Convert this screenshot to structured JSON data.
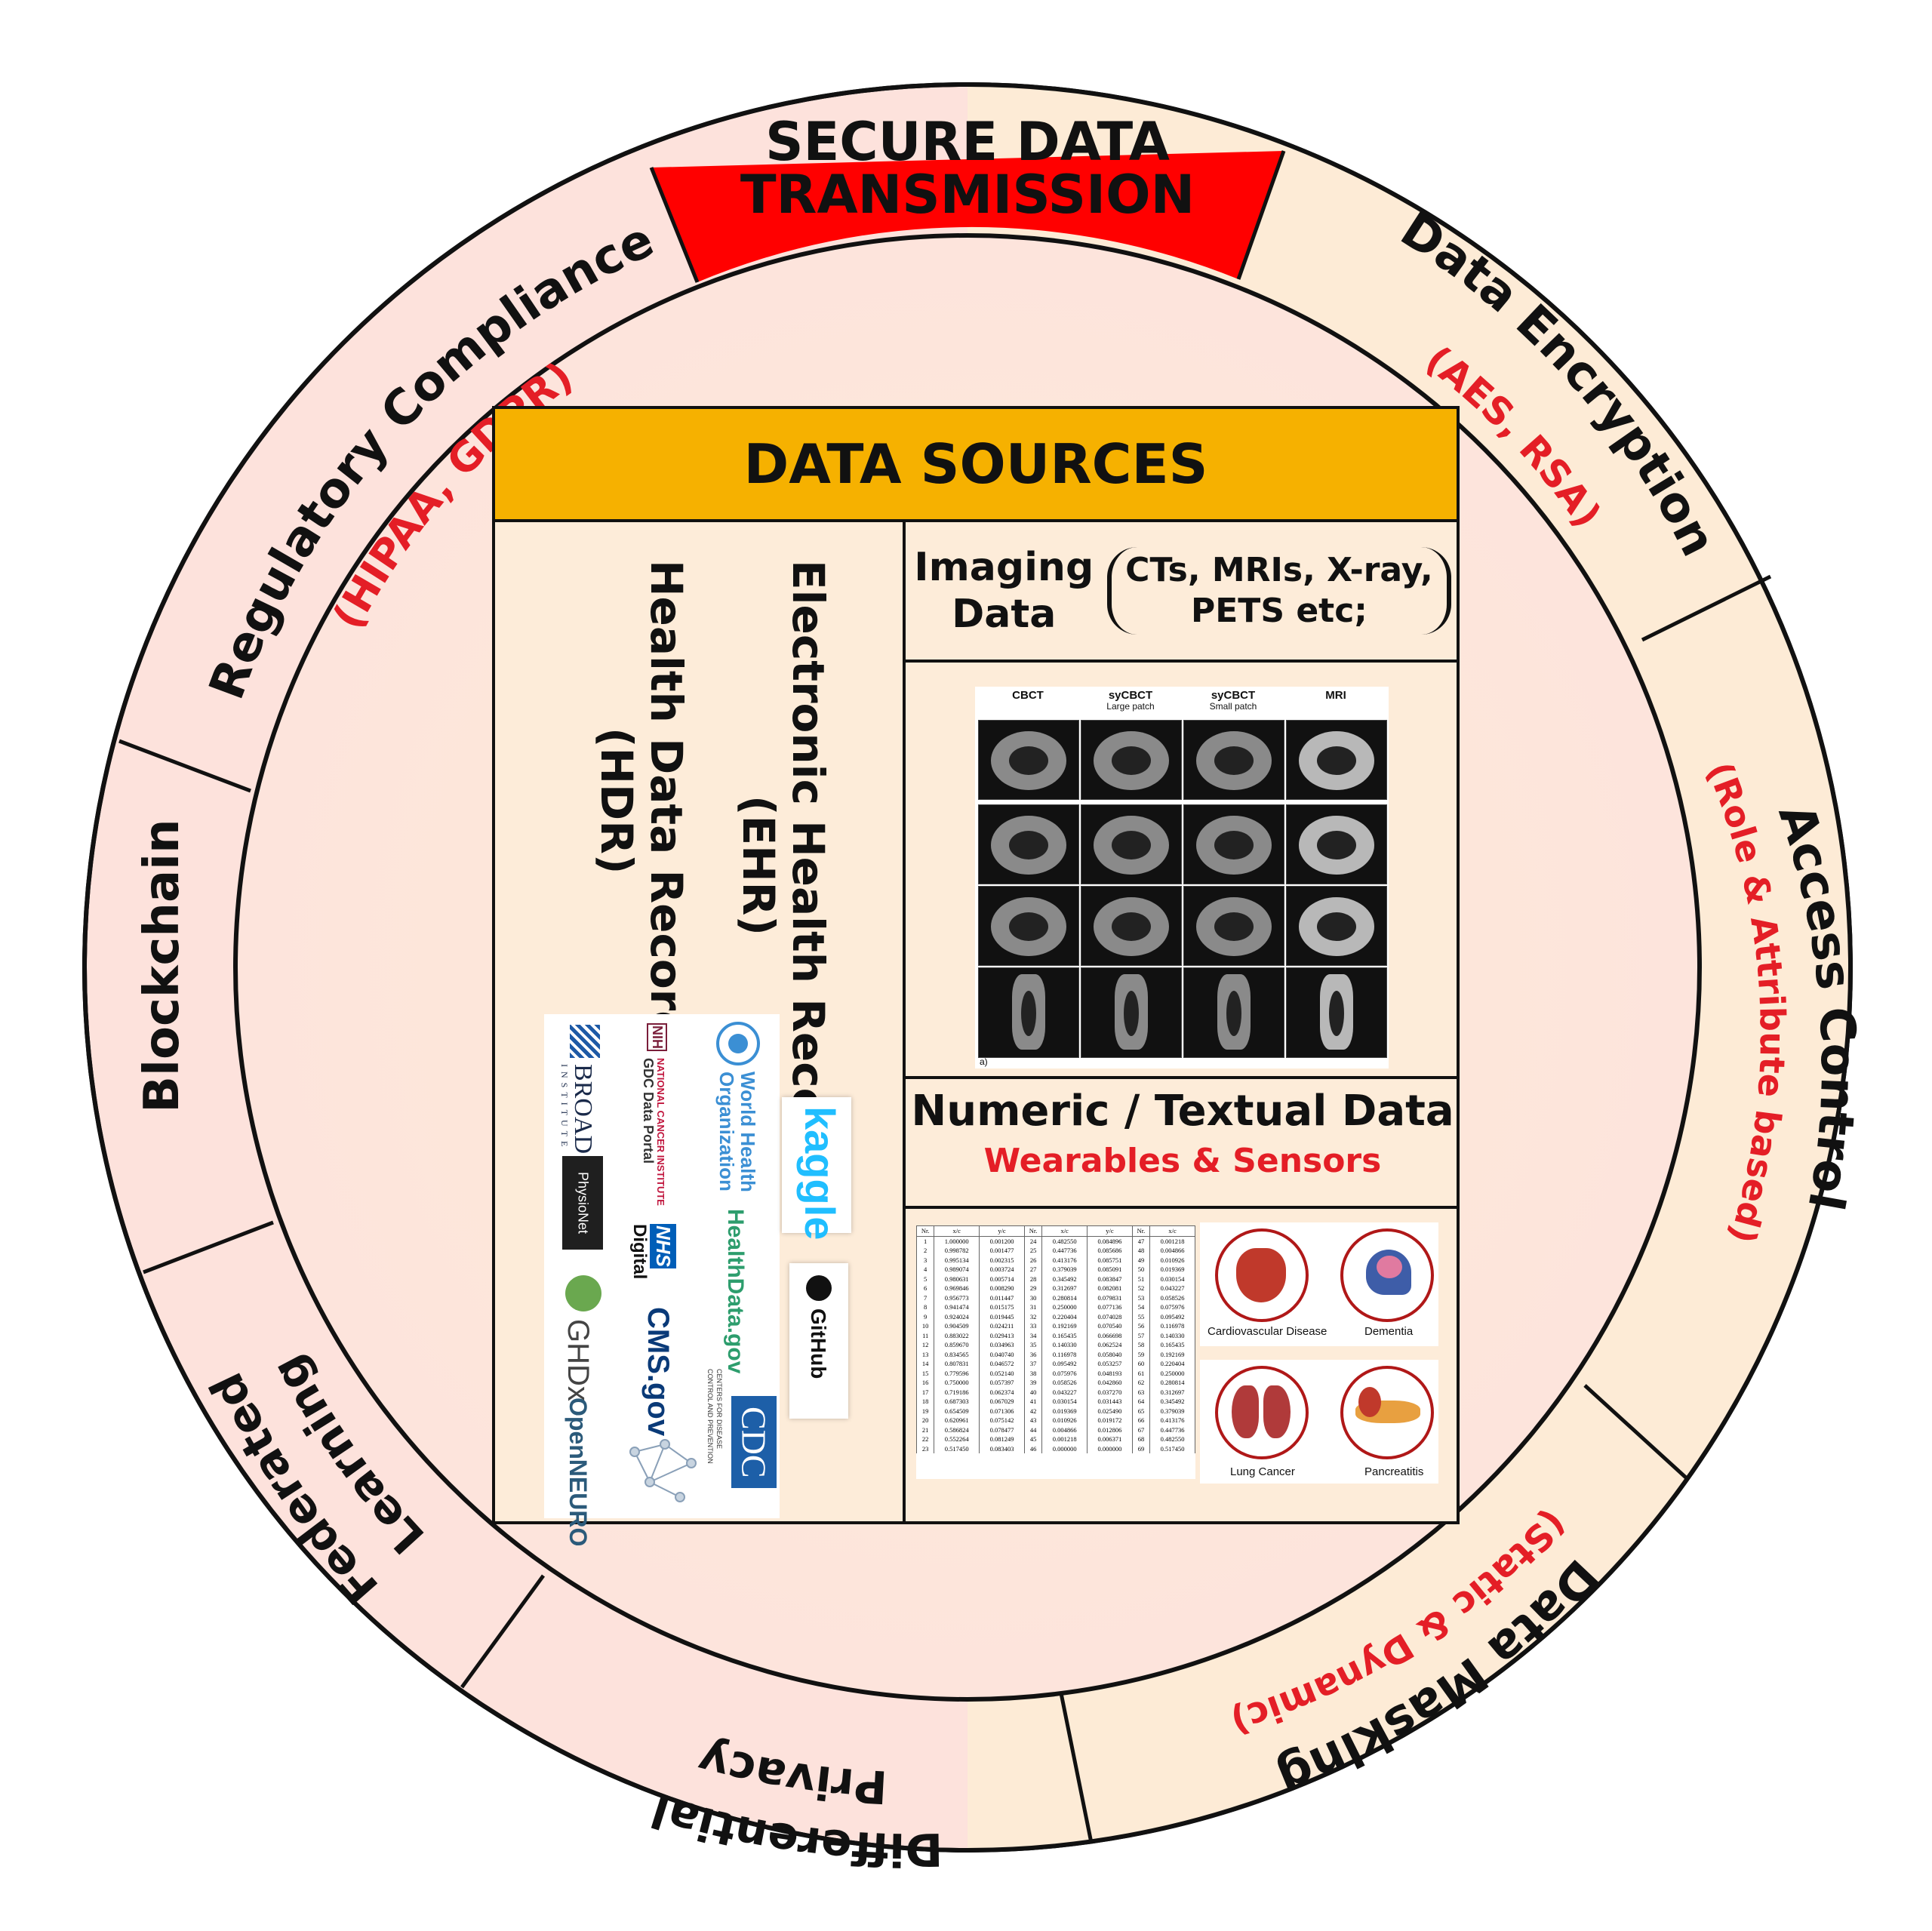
{
  "segments": {
    "secure_transmission": [
      "SECURE DATA",
      "TRANSMISSION"
    ],
    "data_encryption": {
      "title": "Data Encryption",
      "sub": "(AES, RSA)"
    },
    "access_control": {
      "title": "Access Control",
      "sub": "(Role & Attribute based)"
    },
    "data_masking": {
      "title": "Data Masking",
      "sub": "(Static & Dynamic)"
    },
    "differential_privacy": [
      "Differential",
      "Privacy"
    ],
    "federated_learning": [
      "Federated",
      "Learning"
    ],
    "blockchain": "Blockchain",
    "regulatory": {
      "title": "Regulatory Compliance",
      "sub": "(HIPAA, GDPR)"
    }
  },
  "data_sources": {
    "title": "DATA SOURCES",
    "ehr": [
      "Electronic Health Record",
      "(EHR)"
    ],
    "hdr": [
      "Health Data Record",
      "(HDR)"
    ],
    "imaging": {
      "title": [
        "Imaging",
        "Data"
      ],
      "list": [
        "CTs, MRIs, X-ray,",
        "PETS etc;"
      ]
    },
    "scan_headers": [
      [
        "CBCT",
        ""
      ],
      [
        "syCBCT",
        "Large patch"
      ],
      [
        "syCBCT",
        "Small patch"
      ],
      [
        "MRI",
        ""
      ]
    ],
    "scan_caption": "a)",
    "numeric": {
      "title": "Numeric / Textual Data",
      "sub": "Wearables & Sensors"
    },
    "table_headers": [
      "Nr.",
      "x/c",
      "y/c",
      "Nr.",
      "x/c",
      "y/c",
      "Nr.",
      "x/c"
    ],
    "table_rows": [
      [
        "1",
        "1.000000",
        "0.001200",
        "24",
        "0.482550",
        "0.084896",
        "47",
        "0.001218"
      ],
      [
        "2",
        "0.998782",
        "0.001477",
        "25",
        "0.447736",
        "0.085686",
        "48",
        "0.004866"
      ],
      [
        "3",
        "0.995134",
        "0.002315",
        "26",
        "0.413176",
        "0.085751",
        "49",
        "0.010926"
      ],
      [
        "4",
        "0.989074",
        "0.003724",
        "27",
        "0.379039",
        "0.085091",
        "50",
        "0.019369"
      ],
      [
        "5",
        "0.980631",
        "0.005714",
        "28",
        "0.345492",
        "0.083847",
        "51",
        "0.030154"
      ],
      [
        "6",
        "0.969846",
        "0.008290",
        "29",
        "0.312697",
        "0.082081",
        "52",
        "0.043227"
      ],
      [
        "7",
        "0.956773",
        "0.011447",
        "30",
        "0.280814",
        "0.079831",
        "53",
        "0.058526"
      ],
      [
        "8",
        "0.941474",
        "0.015175",
        "31",
        "0.250000",
        "0.077136",
        "54",
        "0.075976"
      ],
      [
        "9",
        "0.924024",
        "0.019445",
        "32",
        "0.220404",
        "0.074028",
        "55",
        "0.095492"
      ],
      [
        "10",
        "0.904509",
        "0.024211",
        "33",
        "0.192169",
        "0.070540",
        "56",
        "0.116978"
      ],
      [
        "11",
        "0.883022",
        "0.029413",
        "34",
        "0.165435",
        "0.066698",
        "57",
        "0.140330"
      ],
      [
        "12",
        "0.859670",
        "0.034963",
        "35",
        "0.140330",
        "0.062524",
        "58",
        "0.165435"
      ],
      [
        "13",
        "0.834565",
        "0.040740",
        "36",
        "0.116978",
        "0.058040",
        "59",
        "0.192169"
      ],
      [
        "14",
        "0.807831",
        "0.046572",
        "37",
        "0.095492",
        "0.053257",
        "60",
        "0.220404"
      ],
      [
        "15",
        "0.779596",
        "0.052140",
        "38",
        "0.075976",
        "0.048193",
        "61",
        "0.250000"
      ],
      [
        "16",
        "0.750000",
        "0.057397",
        "39",
        "0.058526",
        "0.042860",
        "62",
        "0.280814"
      ],
      [
        "17",
        "0.719186",
        "0.062374",
        "40",
        "0.043227",
        "0.037270",
        "63",
        "0.312697"
      ],
      [
        "18",
        "0.687303",
        "0.067029",
        "41",
        "0.030154",
        "0.031443",
        "64",
        "0.345492"
      ],
      [
        "19",
        "0.654509",
        "0.071306",
        "42",
        "0.019369",
        "0.025490",
        "65",
        "0.379039"
      ],
      [
        "20",
        "0.620961",
        "0.075142",
        "43",
        "0.010926",
        "0.019172",
        "66",
        "0.413176"
      ],
      [
        "21",
        "0.586824",
        "0.078477",
        "44",
        "0.004866",
        "0.012806",
        "67",
        "0.447736"
      ],
      [
        "22",
        "0.552264",
        "0.081249",
        "45",
        "0.001218",
        "0.006371",
        "68",
        "0.482550"
      ],
      [
        "23",
        "0.517450",
        "0.083403",
        "46",
        "0.000000",
        "0.000000",
        "69",
        "0.517450"
      ]
    ],
    "diseases": [
      "Cardiovascular Disease",
      "Dementia",
      "Lung Cancer",
      "Pancreatitis"
    ],
    "logos": {
      "who": [
        "World Health",
        "Organization"
      ],
      "nci": [
        "NATIONAL CANCER INSTITUTE",
        "GDC Data Portal"
      ],
      "nih": "NIH",
      "broad": [
        "BROAD",
        "INSTITUTE"
      ],
      "kaggle": "kaggle",
      "healthdata": "HealthData.gov",
      "nhs": "NHS",
      "nhs_digital": "Digital",
      "physionet": "PhysioNet",
      "github": "GitHub",
      "cms": "CMS.gov",
      "ghdx": "GHDx",
      "cdc": "CDC",
      "cdc_sub": [
        "CENTERS FOR DISEASE",
        "CONTROL AND PREVENTION"
      ],
      "openneuro": "OpenNEURO"
    }
  },
  "colors": {
    "secure": "#ff0000",
    "ring_warm": "#fdebd6",
    "ring_pink": "#fde1dc",
    "header": "#f6b100",
    "accent_red": "#e41e26"
  }
}
